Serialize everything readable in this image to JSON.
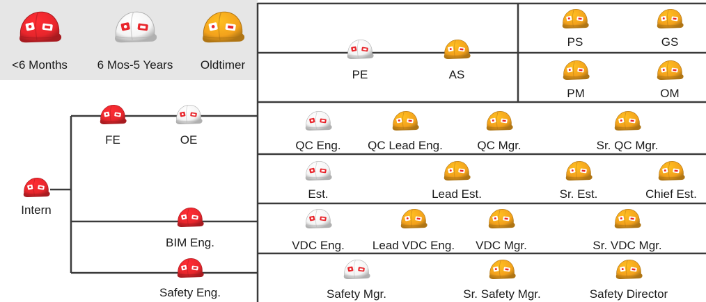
{
  "colors": {
    "red": "#e8262c",
    "white": "#f4f4f4",
    "orange": "#f3a21c"
  },
  "legend": [
    {
      "label": "<6 Months",
      "color": "red"
    },
    {
      "label": "6 Mos-5 Years",
      "color": "white"
    },
    {
      "label": "Oldtimer",
      "color": "orange"
    }
  ],
  "nodes": {
    "intern": {
      "label": "Intern",
      "color": "red"
    },
    "fe": {
      "label": "FE",
      "color": "red"
    },
    "oe": {
      "label": "OE",
      "color": "white"
    },
    "bim": {
      "label": "BIM Eng.",
      "color": "red"
    },
    "safety_eng": {
      "label": "Safety Eng.",
      "color": "red"
    },
    "pe": {
      "label": "PE",
      "color": "white"
    },
    "as": {
      "label": "AS",
      "color": "orange"
    },
    "ps": {
      "label": "PS",
      "color": "orange"
    },
    "gs": {
      "label": "GS",
      "color": "orange"
    },
    "pm": {
      "label": "PM",
      "color": "orange"
    },
    "om": {
      "label": "OM",
      "color": "orange"
    },
    "qc_eng": {
      "label": "QC Eng.",
      "color": "white"
    },
    "qc_lead": {
      "label": "QC Lead Eng.",
      "color": "orange"
    },
    "qc_mgr": {
      "label": "QC Mgr.",
      "color": "orange"
    },
    "sr_qc_mgr": {
      "label": "Sr. QC Mgr.",
      "color": "orange"
    },
    "est": {
      "label": "Est.",
      "color": "white"
    },
    "lead_est": {
      "label": "Lead Est.",
      "color": "orange"
    },
    "sr_est": {
      "label": "Sr. Est.",
      "color": "orange"
    },
    "chief_est": {
      "label": "Chief Est.",
      "color": "orange"
    },
    "vdc_eng": {
      "label": "VDC Eng.",
      "color": "white"
    },
    "lead_vdc": {
      "label": "Lead VDC Eng.",
      "color": "orange"
    },
    "vdc_mgr": {
      "label": "VDC Mgr.",
      "color": "orange"
    },
    "sr_vdc_mgr": {
      "label": "Sr. VDC Mgr.",
      "color": "orange"
    },
    "safety_mgr": {
      "label": "Safety Mgr.",
      "color": "white"
    },
    "sr_safety_mgr": {
      "label": "Sr. Safety Mgr.",
      "color": "orange"
    },
    "safety_director": {
      "label": "Safety Director",
      "color": "orange"
    }
  }
}
